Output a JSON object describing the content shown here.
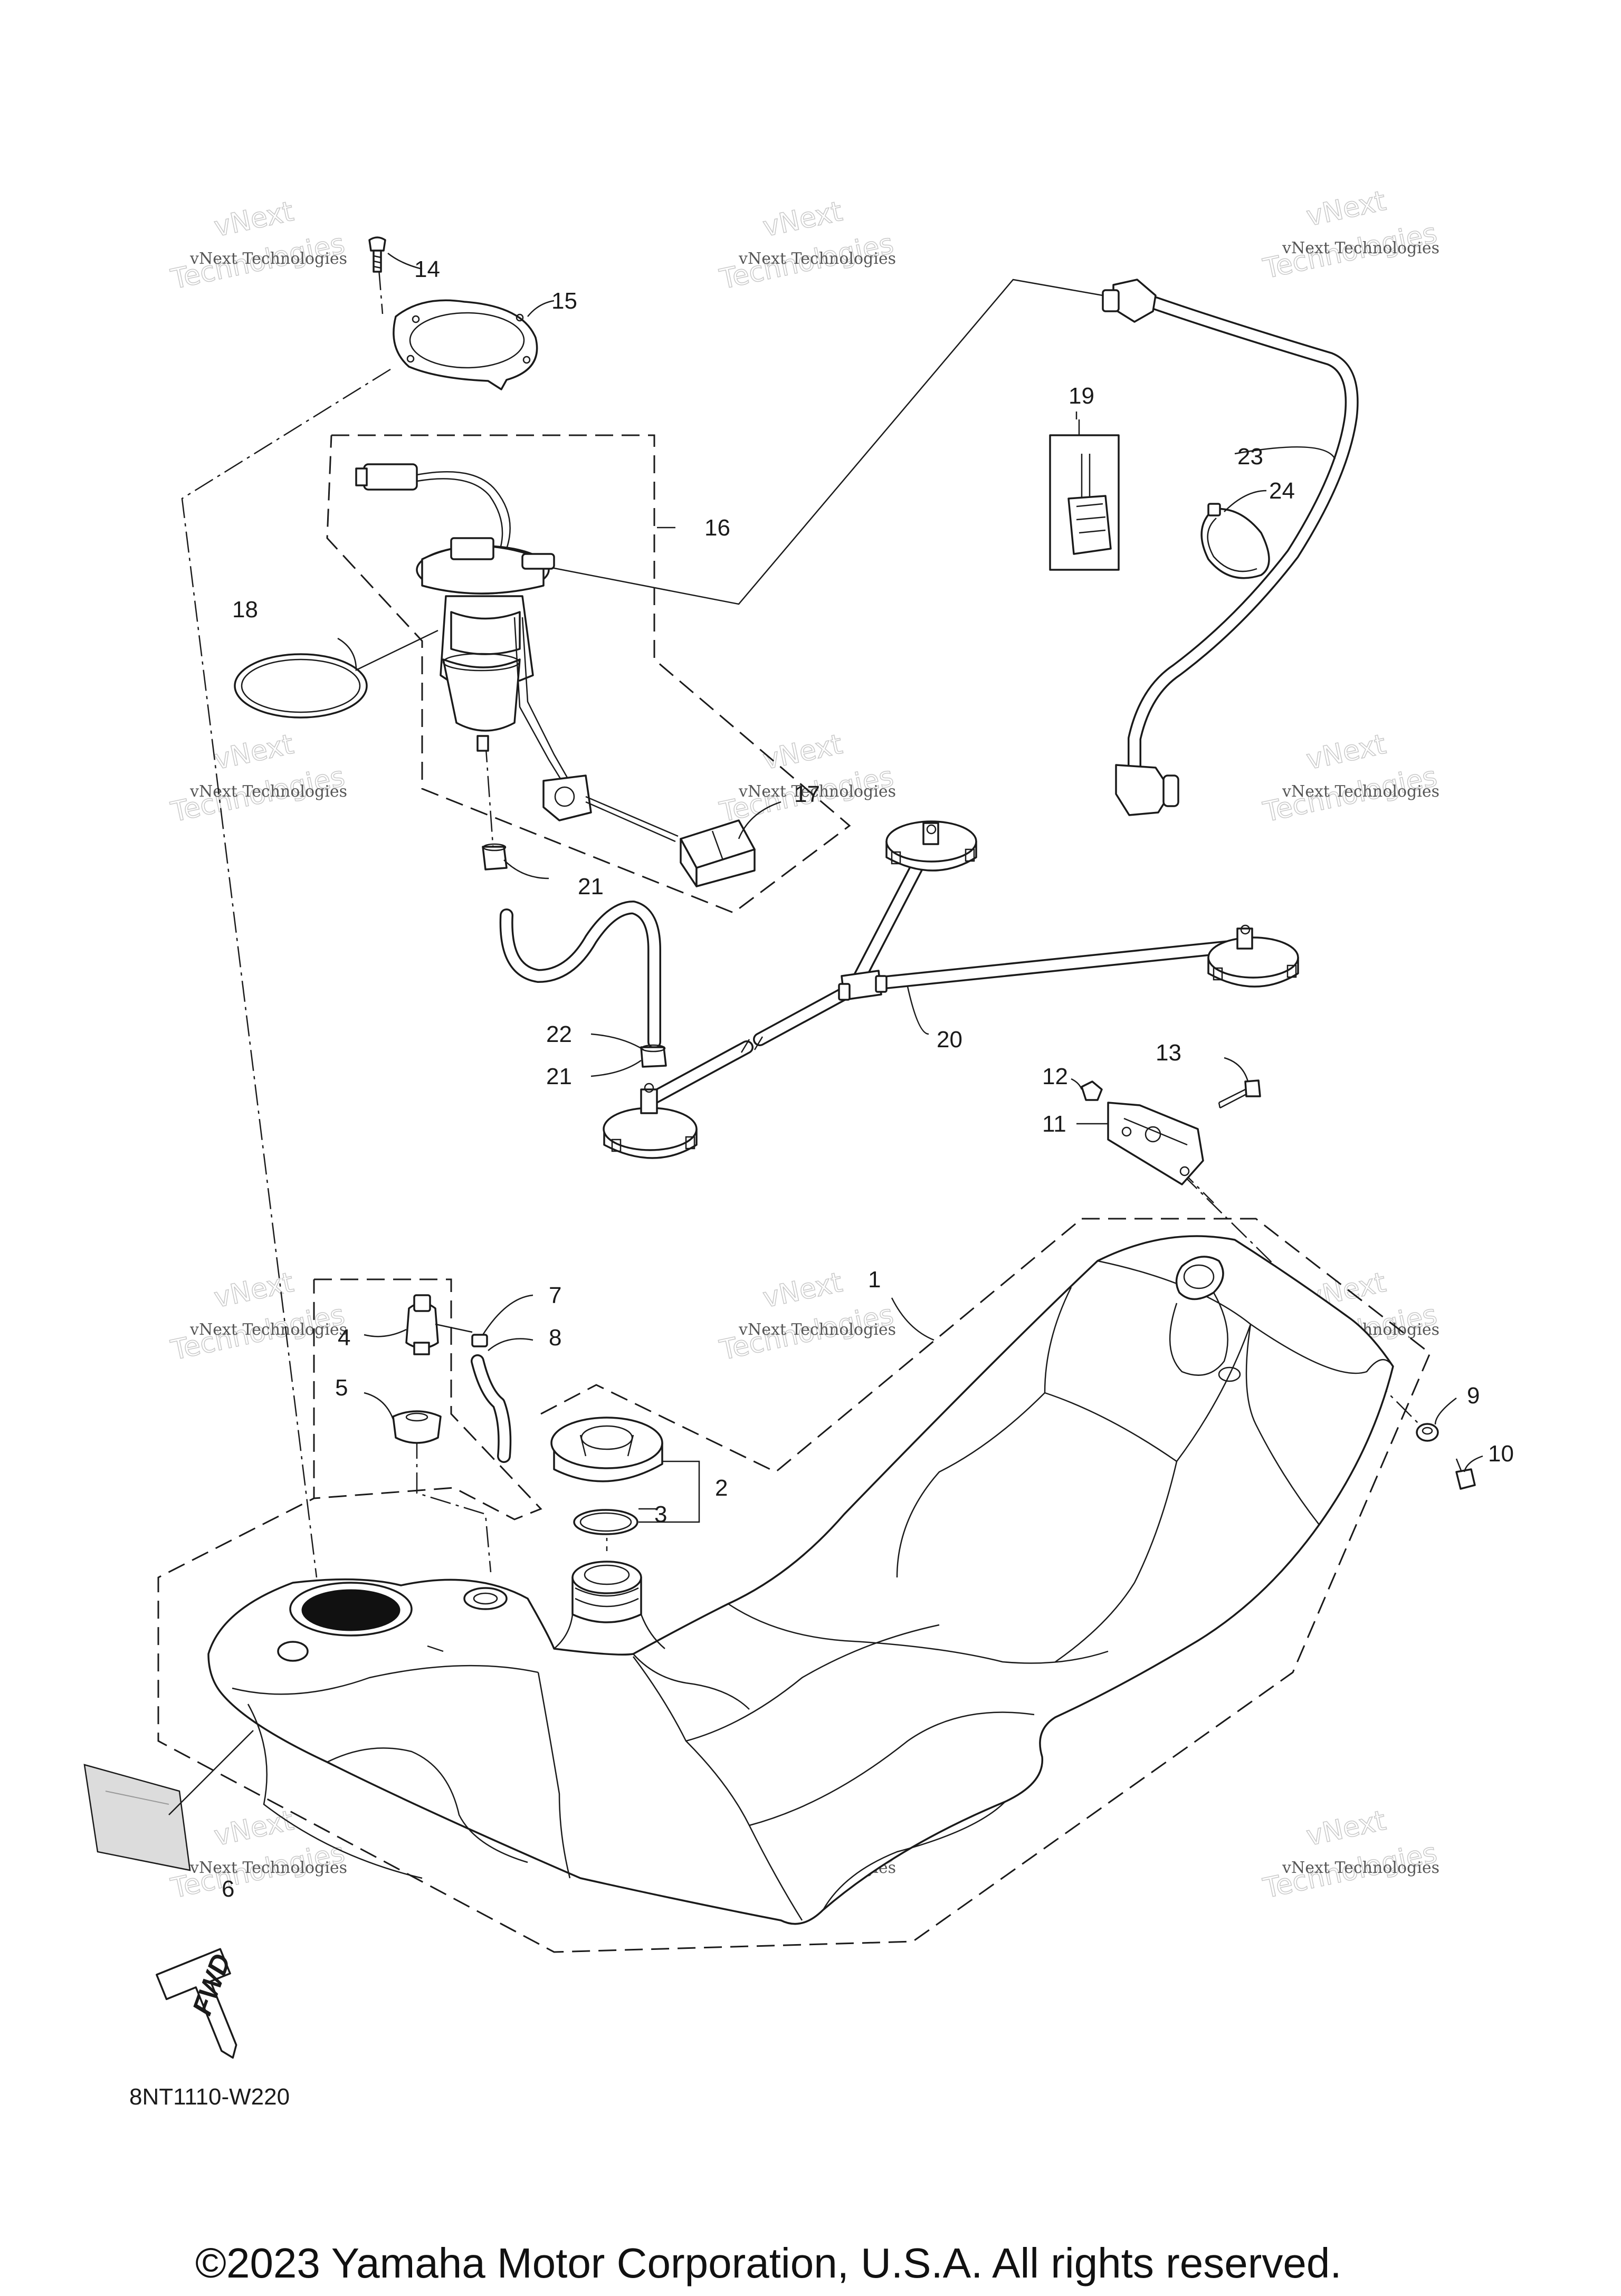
{
  "diagram": {
    "code": "8NT1110-W220",
    "copyright": "©2023 Yamaha Motor Corporation, U.S.A. All rights reserved.",
    "fwd_label": "FWD",
    "callouts": {
      "c1": "1",
      "c2": "2",
      "c3": "3",
      "c4": "4",
      "c5": "5",
      "c6": "6",
      "c7": "7",
      "c8": "8",
      "c9": "9",
      "c10": "10",
      "c11": "11",
      "c12": "12",
      "c13": "13",
      "c14": "14",
      "c15": "15",
      "c16": "16",
      "c17": "17",
      "c18": "18",
      "c19": "19",
      "c20": "20",
      "c21a": "21",
      "c21b": "21",
      "c22": "22",
      "c23": "23",
      "c24": "24"
    }
  },
  "watermark": {
    "line1": "vNext Technologies",
    "line2": "vNext",
    "line3": "Technologies"
  }
}
